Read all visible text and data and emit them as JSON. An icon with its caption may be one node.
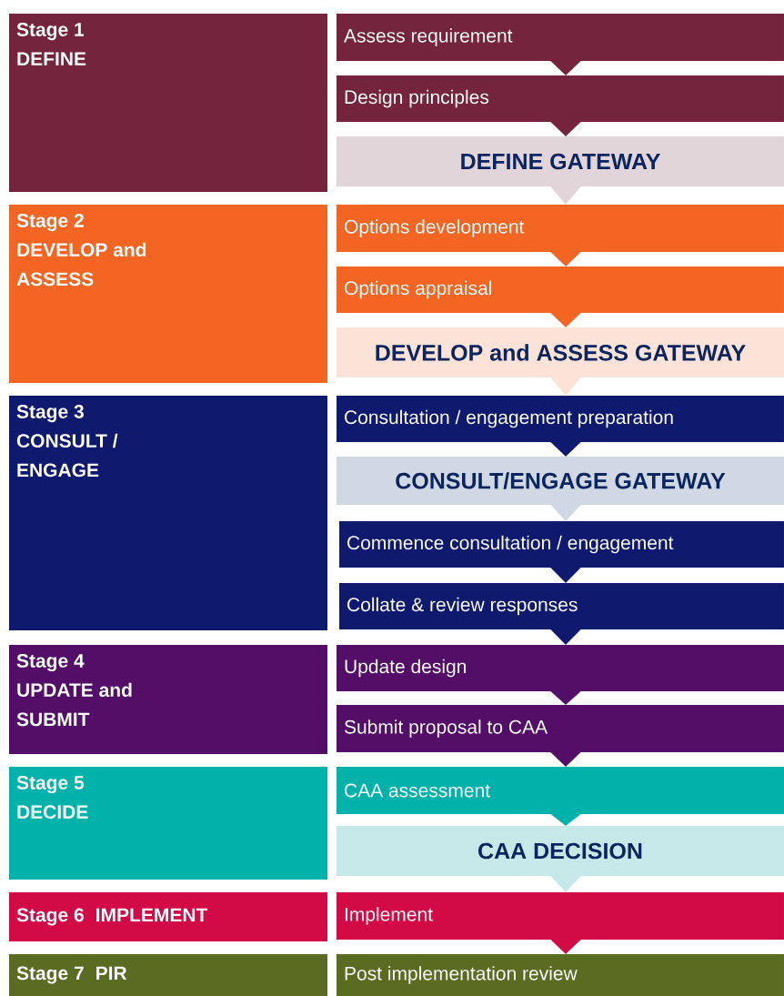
{
  "diagram": {
    "nodes": [
      {
        "text": [
          "Stage 1",
          "DEFINE"
        ]
      },
      {
        "text": [
          "Stage 2",
          "DEVELOP and ASSESS"
        ]
      },
      {
        "text": [
          "Stage 3",
          "CONSULT / ENGAGE"
        ]
      },
      {
        "text": [
          "Stage 4",
          "UPDATE and SUBMIT"
        ]
      },
      {
        "text": [
          "Stage 5",
          "DECIDE"
        ]
      },
      {
        "text": [
          "Stage 6",
          "IMPLEMENT"
        ]
      },
      {
        "text": [
          "Stage 7",
          "PIR"
        ]
      },
      {
        "text": [
          "Assess requirement"
        ]
      },
      {
        "text": [
          "Design principles"
        ]
      },
      {
        "text": [
          "DEFINE GATEWAY"
        ]
      },
      {
        "text": [
          "Options development"
        ]
      },
      {
        "text": [
          "Options appraisal"
        ]
      },
      {
        "text": [
          "DEVELOP and ASSESS GATEWAY"
        ]
      },
      {
        "text": [
          "Consultation / engagement preparation"
        ]
      },
      {
        "text": [
          "CONSULT/ENGAGE GATEWAY"
        ]
      },
      {
        "text": [
          "Commence consultation / engagement"
        ]
      },
      {
        "text": [
          "Collate & review responses"
        ]
      },
      {
        "text": [
          "Update design"
        ]
      },
      {
        "text": [
          "Submit proposal to CAA"
        ]
      },
      {
        "text": [
          "CAA assessment"
        ]
      },
      {
        "text": [
          "CAA DECISION"
        ]
      },
      {
        "text": [
          "Implement"
        ]
      },
      {
        "text": [
          "Post implementation review"
        ]
      }
    ],
    "edges": [
      {
        "from": 7,
        "to": 8,
        "arrow": "to",
        "color": "#74243c"
      },
      {
        "from": 8,
        "to": 9,
        "arrow": "to",
        "color": "#74243c"
      },
      {
        "from": 9,
        "to": 10,
        "arrow": "to",
        "color": "#e2d5d9"
      },
      {
        "from": 10,
        "to": 11,
        "arrow": "to",
        "color": "#f26522"
      },
      {
        "from": 11,
        "to": 12,
        "arrow": "to",
        "color": "#f26522"
      },
      {
        "from": 12,
        "to": 13,
        "arrow": "to",
        "color": "#fde3d7"
      },
      {
        "from": 13,
        "to": 14,
        "arrow": "to",
        "color": "#0f1a6e"
      },
      {
        "from": 14,
        "to": 15,
        "arrow": "to",
        "color": "#cfd8e3"
      },
      {
        "from": 15,
        "to": 16,
        "arrow": "to",
        "color": "#0f1a6e"
      },
      {
        "from": 16,
        "to": 17,
        "arrow": "to",
        "color": "#0f1a6e"
      },
      {
        "from": 17,
        "to": 18,
        "arrow": "to",
        "color": "#530e68"
      },
      {
        "from": 18,
        "to": 19,
        "arrow": "to",
        "color": "#530e68"
      },
      {
        "from": 19,
        "to": 20,
        "arrow": "to",
        "color": "#00b2a9"
      },
      {
        "from": 20,
        "to": 21,
        "arrow": "to",
        "color": "#c5e8e8"
      },
      {
        "from": 21,
        "to": 22,
        "arrow": "to",
        "color": "#d20a45"
      }
    ]
  }
}
